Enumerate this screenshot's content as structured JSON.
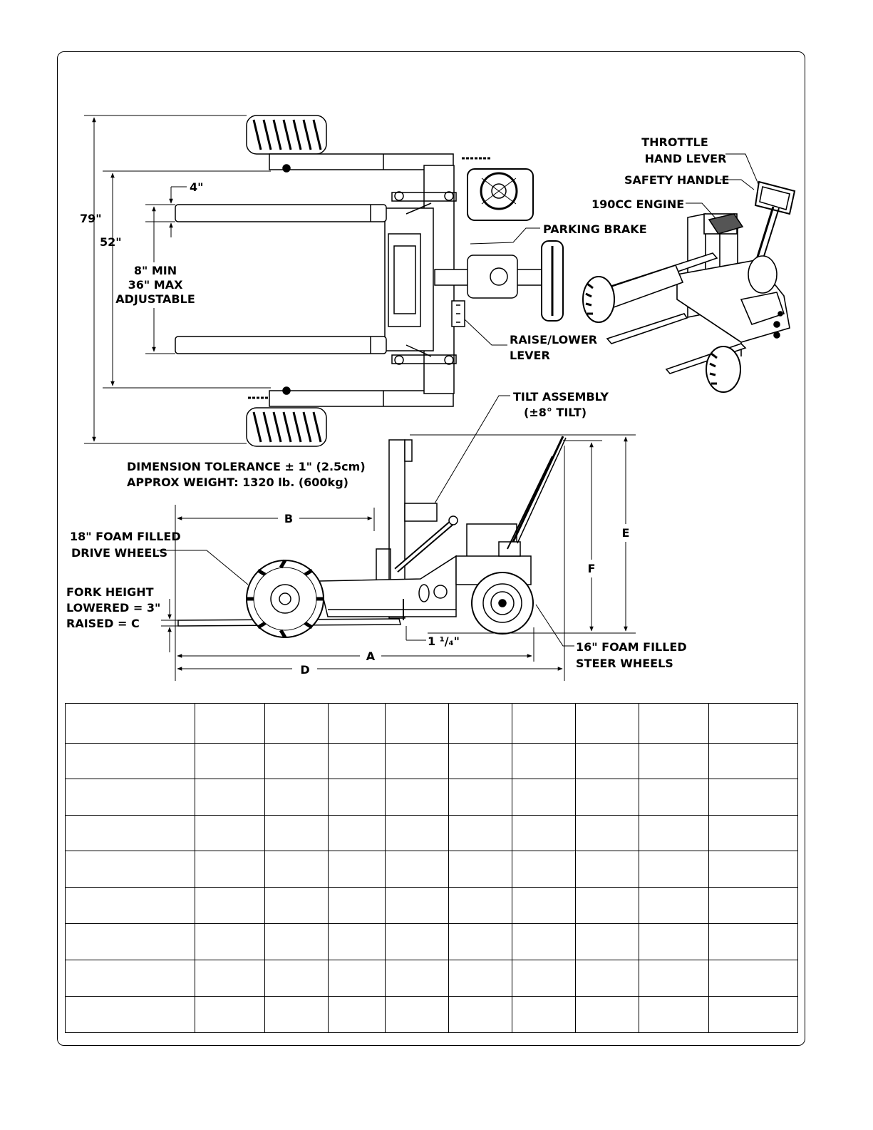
{
  "labels": {
    "overall_width": "79\"",
    "inner_width": "52\"",
    "fork_gap_top": "4\"",
    "fork_spread": [
      "8\" MIN",
      "36\" MAX",
      "ADJUSTABLE"
    ],
    "throttle": [
      "THROTTLE",
      "HAND LEVER"
    ],
    "safety_handle": "SAFETY HANDLE",
    "engine": "190CC ENGINE",
    "parking_brake": "PARKING BRAKE",
    "raise_lower": [
      "RAISE/LOWER",
      "LEVER"
    ],
    "tilt": [
      "TILT ASSEMBLY",
      "(±8° TILT)"
    ],
    "tolerance": "DIMENSION TOLERANCE ± 1\"  (2.5cm)",
    "weight": "APPROX WEIGHT: 1320 lb.  (600kg)",
    "drive_wheels": [
      "18\" FOAM FILLED",
      "DRIVE WHEELS"
    ],
    "fork_height": [
      "FORK HEIGHT",
      "LOWERED = 3\"",
      "RAISED = C"
    ],
    "ground_clear": "1 ¹/₄\"",
    "steer_wheels": [
      "16\" FOAM FILLED",
      "STEER WHEELS"
    ],
    "dim_a": "A",
    "dim_b": "B",
    "dim_d": "D",
    "dim_e": "E",
    "dim_f": "F"
  },
  "table": {
    "rows": 9,
    "cols": 10,
    "cells": []
  }
}
